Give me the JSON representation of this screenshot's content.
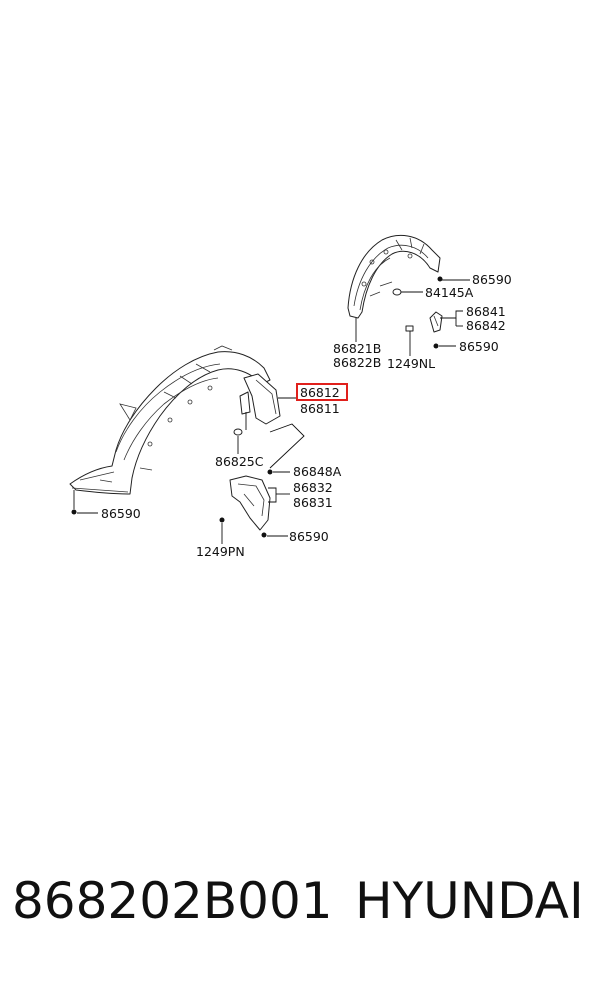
{
  "labels": {
    "upper_86590": "86590",
    "upper_84145A": "84145A",
    "upper_86841": "86841",
    "upper_86842": "86842",
    "upper_86590b": "86590",
    "upper_86821B": "86821B",
    "upper_86822B": "86822B",
    "upper_1249NL": "1249NL",
    "main_86812": "86812",
    "main_86811": "86811",
    "main_86825C": "86825C",
    "main_86848A": "86848A",
    "main_86832": "86832",
    "main_86831": "86831",
    "main_86590_left": "86590",
    "main_86590_lower": "86590",
    "main_1249PN": "1249PN"
  },
  "footer": {
    "part_number": "868202B001",
    "brand": "HYUNDAI"
  },
  "colors": {
    "highlight": "#e0201c",
    "line": "#222222"
  }
}
